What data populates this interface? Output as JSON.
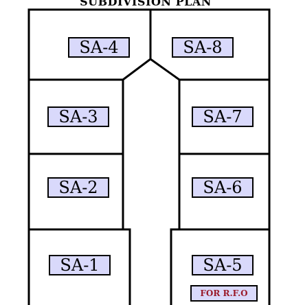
{
  "title": "SUBDIVISION PLAN",
  "lots": {
    "sa4": "SA-4",
    "sa8": "SA-8",
    "sa3": "SA-3",
    "sa7": "SA-7",
    "sa2": "SA-2",
    "sa6": "SA-6",
    "sa1": "SA-1",
    "sa5": "SA-5"
  },
  "note": "FOR R.F.O",
  "colors": {
    "label_fill": "#d9d9fb",
    "note_text": "#9a1a2a",
    "line": "#000000"
  }
}
